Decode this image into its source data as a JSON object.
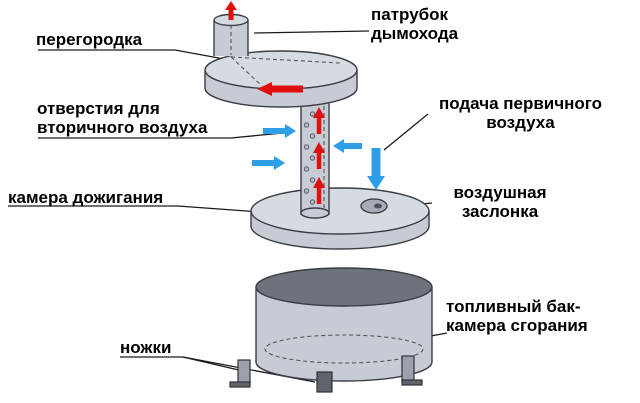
{
  "diagram": {
    "labels": {
      "partition": "перегородка",
      "chimney_pipe": "патрубок\nдымохода",
      "secondary_air_holes": "отверстия для\nвторичного воздуха",
      "primary_air_supply": "подача первичного\nвоздуха",
      "afterburning_chamber": "камера дожигания",
      "air_damper": "воздушная\nзаслонка",
      "fuel_tank": "топливный бак-\nкамера сгорания",
      "legs": "ножки"
    }
  },
  "colors": {
    "red-arrow": "#e01010",
    "blue-arrow": "#2e9fe6",
    "metal": "#c7cbd4",
    "metal-light": "#d6dae1",
    "metal-dark": "#6e727c",
    "outline": "#3a3d44",
    "leader": "#1a1a1a",
    "background": "#ffffff",
    "text": "#000000"
  }
}
